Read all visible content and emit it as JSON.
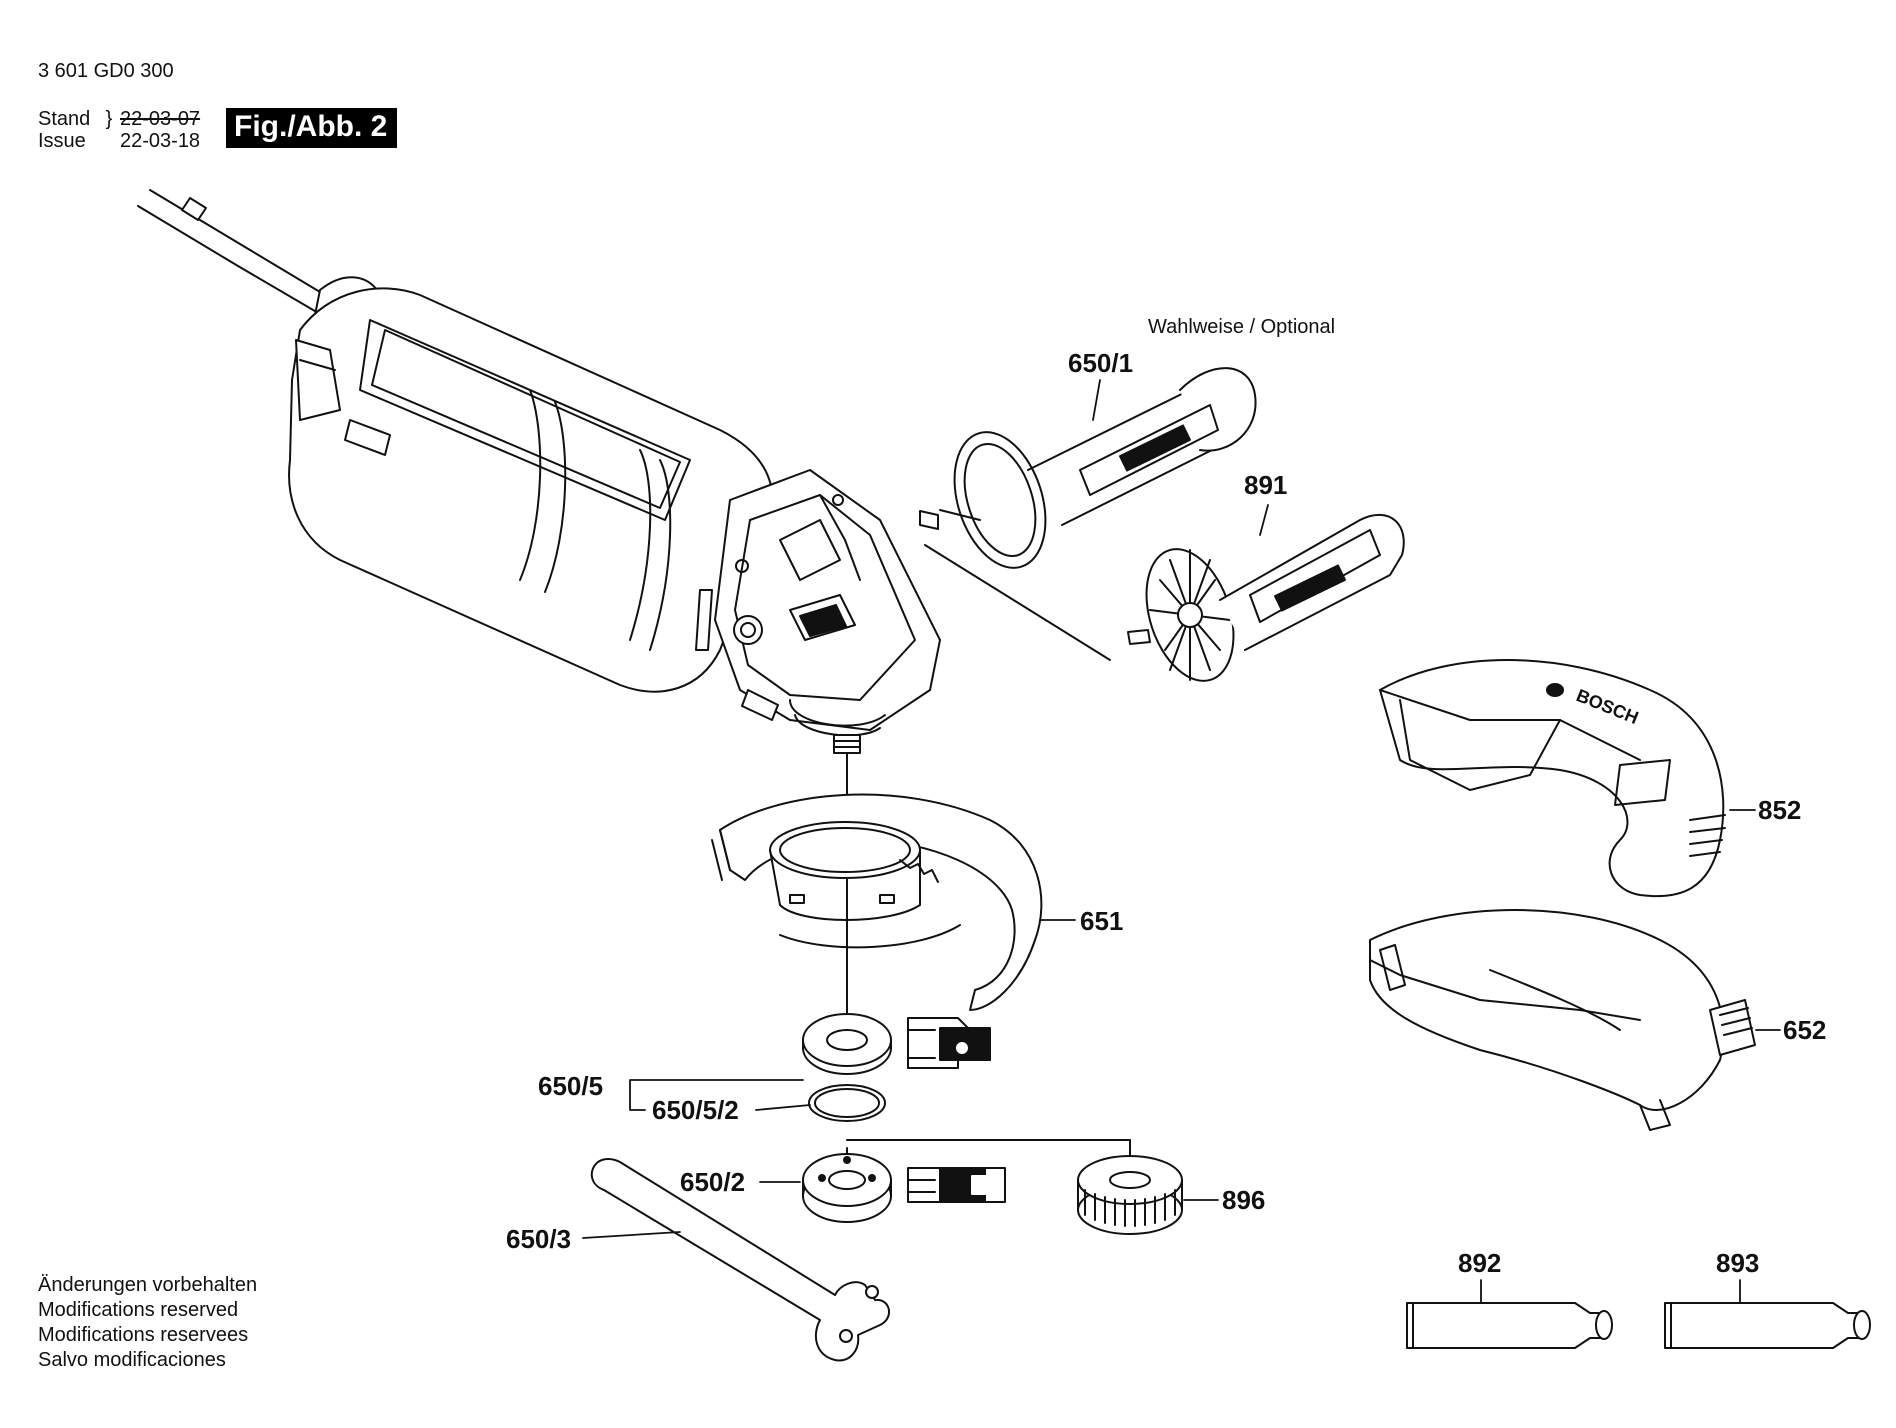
{
  "header": {
    "doc_number": "3 601 GD0 300",
    "stand_label": "Stand",
    "issue_label": "Issue",
    "stand_date_old": "22-03-07",
    "issue_date": "22-03-18",
    "figure_label": "Fig./Abb. 2"
  },
  "optional_label": "Wahlweise / Optional",
  "brand_text": "BOSCH",
  "callouts": {
    "c650_1": "650/1",
    "c891": "891",
    "c852": "852",
    "c651": "651",
    "c652": "652",
    "c650_5": "650/5",
    "c650_5_2": "650/5/2",
    "c650_2": "650/2",
    "c896": "896",
    "c650_3": "650/3",
    "c892": "892",
    "c893": "893"
  },
  "footer": {
    "line1": "Änderungen vorbehalten",
    "line2": "Modifications reserved",
    "line3": "Modifications reservees",
    "line4": "Salvo modificaciones"
  }
}
